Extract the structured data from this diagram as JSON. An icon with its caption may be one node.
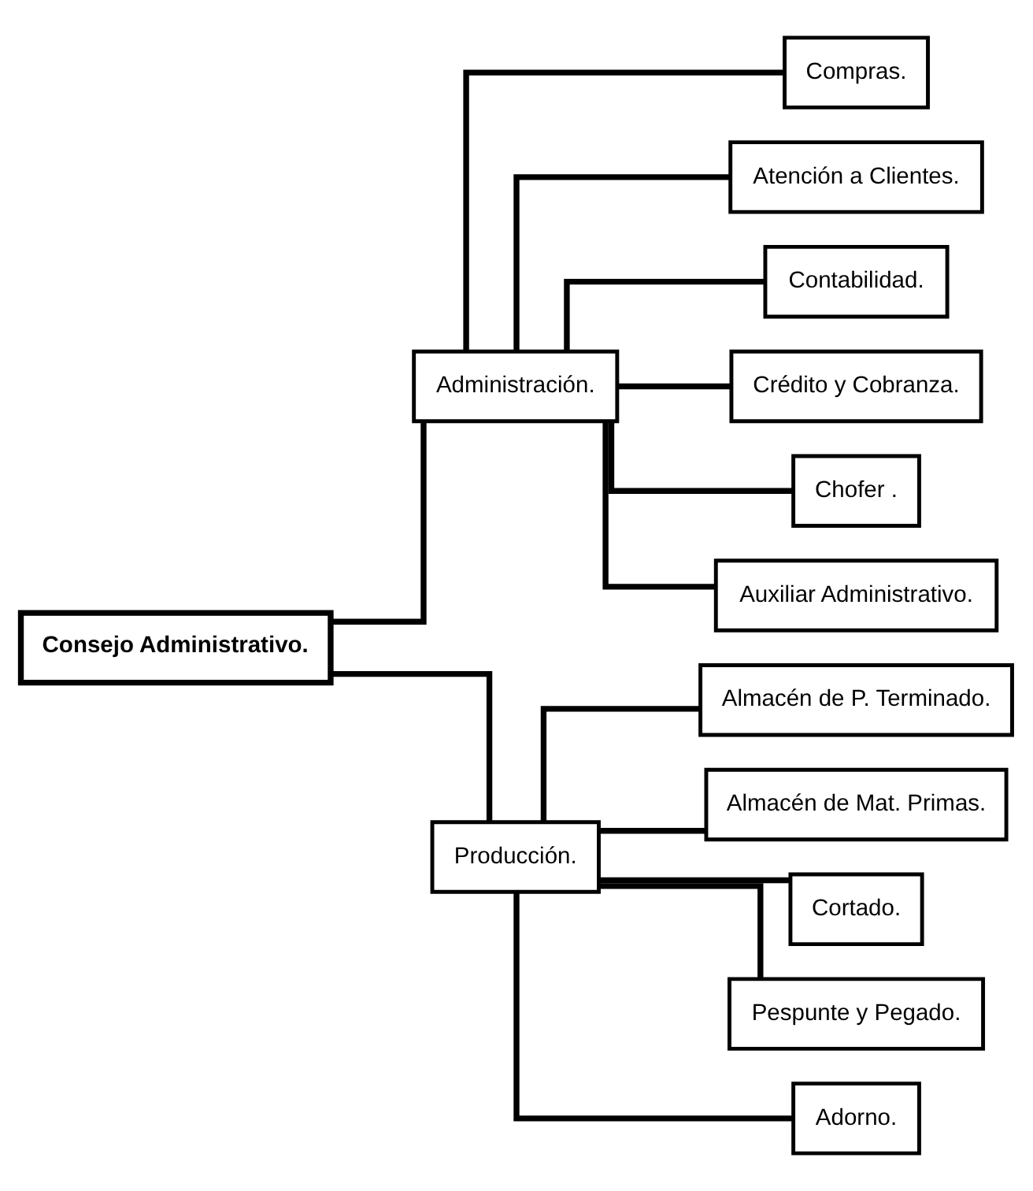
{
  "diagram": {
    "nodes": [
      {
        "text": [
          "Consejo Administrativo."
        ]
      },
      {
        "text": [
          "Administración."
        ]
      },
      {
        "text": [
          "Producción."
        ]
      },
      {
        "text": [
          "Compras."
        ]
      },
      {
        "text": [
          "Atención a Clientes."
        ]
      },
      {
        "text": [
          "Contabilidad."
        ]
      },
      {
        "text": [
          "Crédito y Cobranza."
        ]
      },
      {
        "text": [
          "Chofer ."
        ]
      },
      {
        "text": [
          "Auxiliar Administrativo."
        ]
      },
      {
        "text": [
          "Almacén de P. Terminado."
        ]
      },
      {
        "text": [
          "Almacén de Mat. Primas."
        ]
      },
      {
        "text": [
          "Cortado."
        ]
      },
      {
        "text": [
          "Pespunte y Pegado."
        ]
      },
      {
        "text": [
          "Adorno."
        ]
      }
    ],
    "edges": [
      {
        "from": 0,
        "to": 1,
        "arrow": "none"
      },
      {
        "from": 0,
        "to": 2,
        "arrow": "none"
      },
      {
        "from": 1,
        "to": 3,
        "arrow": "none"
      },
      {
        "from": 1,
        "to": 4,
        "arrow": "none"
      },
      {
        "from": 1,
        "to": 5,
        "arrow": "none"
      },
      {
        "from": 1,
        "to": 6,
        "arrow": "none"
      },
      {
        "from": 1,
        "to": 7,
        "arrow": "none"
      },
      {
        "from": 1,
        "to": 8,
        "arrow": "none"
      },
      {
        "from": 2,
        "to": 9,
        "arrow": "none"
      },
      {
        "from": 2,
        "to": 10,
        "arrow": "none"
      },
      {
        "from": 2,
        "to": 11,
        "arrow": "none"
      },
      {
        "from": 2,
        "to": 12,
        "arrow": "none"
      },
      {
        "from": 2,
        "to": 13,
        "arrow": "none"
      }
    ]
  }
}
